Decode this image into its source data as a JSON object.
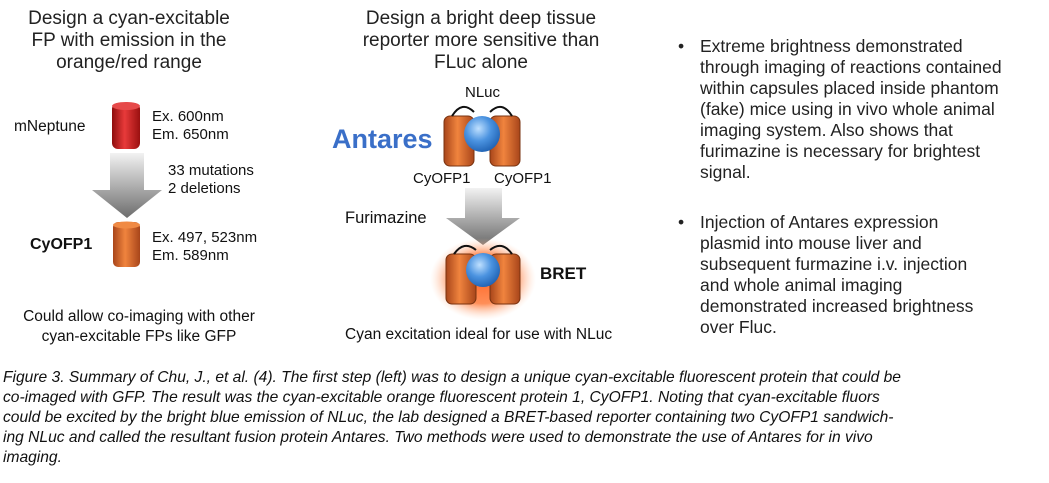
{
  "left": {
    "heading": [
      "Design a cyan-excitable",
      "FP with emission in the",
      "orange/red range"
    ],
    "mneptune": {
      "name": "mNeptune",
      "ex": "Ex.  600nm",
      "em": "Em. 650nm"
    },
    "mutations": [
      "33 mutations",
      "2 deletions"
    ],
    "cyofp1": {
      "name": "CyOFP1",
      "ex": "Ex.  497, 523nm",
      "em": "Em. 589nm"
    },
    "note": [
      "Could allow co-imaging with other",
      "cyan-excitable FPs like GFP"
    ]
  },
  "middle": {
    "heading": [
      "Design a bright deep tissue",
      "reporter more sensitive than",
      "FLuc alone"
    ],
    "nluc": "NLuc",
    "antares": "Antares",
    "cyofp_left": "CyOFP1",
    "cyofp_right": "CyOFP1",
    "furimazine": "Furimazine",
    "bret": "BRET",
    "note": "Cyan excitation ideal for use with NLuc"
  },
  "right": {
    "bullet1": [
      "Extreme brightness demonstrated",
      "through imaging of reactions contained",
      "within capsules placed inside phantom",
      "(fake) mice using in vivo whole animal",
      "imaging system.  Also shows that",
      "furimazine is necessary for brightest",
      "signal."
    ],
    "bullet2": [
      "Injection of Antares expression",
      "plasmid into mouse liver and",
      "subsequent furmazine i.v. injection",
      "and whole animal imaging",
      "demonstrated increased brightness",
      "over Fluc."
    ]
  },
  "caption": [
    "Figure 3. Summary of Chu, J., et al. (4).  The first step (left) was to design a unique cyan-excitable fluorescent protein that could be",
    "co-imaged with GFP.  The result was the cyan-excitable orange fluorescent protein 1, CyOFP1.  Noting that cyan-excitable fluors",
    "could be excited by the bright blue emission of NLuc, the lab designed a BRET-based reporter containing two CyOFP1 sandwich-",
    "ing NLuc and called the resultant fusion protein Antares.  Two methods were used to demonstrate the use of Antares for in vivo",
    "imaging."
  ],
  "colors": {
    "orange": "#d9692a",
    "red": "#cc1f1f",
    "blue": "#3a7fd5",
    "antares_text": "#3a6fc8"
  }
}
